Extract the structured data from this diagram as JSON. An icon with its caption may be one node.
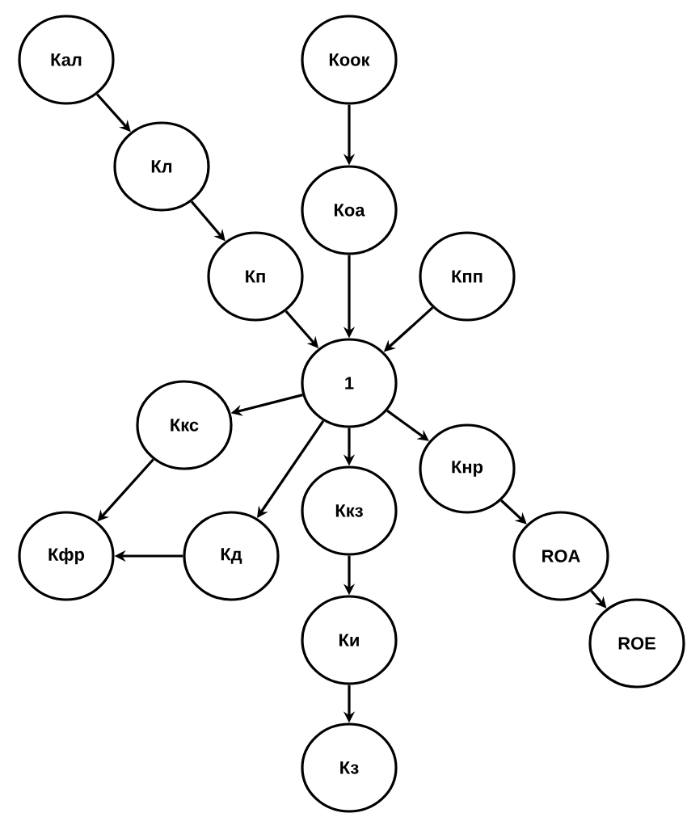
{
  "diagram": {
    "nodes": [
      {
        "text": [
          "Кал"
        ]
      },
      {
        "text": [
          "Кл"
        ]
      },
      {
        "text": [
          "Кп"
        ]
      },
      {
        "text": [
          "Коок"
        ]
      },
      {
        "text": [
          "Коа"
        ]
      },
      {
        "text": [
          "Кпп"
        ]
      },
      {
        "text": [
          "1"
        ]
      },
      {
        "text": [
          "Ккс"
        ]
      },
      {
        "text": [
          "Кфр"
        ]
      },
      {
        "text": [
          "Кд"
        ]
      },
      {
        "text": [
          "Ккз"
        ]
      },
      {
        "text": [
          "Ки"
        ]
      },
      {
        "text": [
          "Кз"
        ]
      },
      {
        "text": [
          "Кнр"
        ]
      },
      {
        "text": [
          "ROA"
        ]
      },
      {
        "text": [
          "ROE"
        ]
      }
    ],
    "edges": [
      {
        "from": 0,
        "to": 1,
        "arrow": "to"
      },
      {
        "from": 1,
        "to": 2,
        "arrow": "to"
      },
      {
        "from": 2,
        "to": 6,
        "arrow": "to"
      },
      {
        "from": 3,
        "to": 4,
        "arrow": "to"
      },
      {
        "from": 4,
        "to": 6,
        "arrow": "to"
      },
      {
        "from": 5,
        "to": 6,
        "arrow": "to"
      },
      {
        "from": 6,
        "to": 7,
        "arrow": "to"
      },
      {
        "from": 7,
        "to": 8,
        "arrow": "to"
      },
      {
        "from": 9,
        "to": 8,
        "arrow": "to"
      },
      {
        "from": 6,
        "to": 9,
        "arrow": "to"
      },
      {
        "from": 6,
        "to": 10,
        "arrow": "to"
      },
      {
        "from": 10,
        "to": 11,
        "arrow": "to"
      },
      {
        "from": 11,
        "to": 12,
        "arrow": "to"
      },
      {
        "from": 6,
        "to": 13,
        "arrow": "to"
      },
      {
        "from": 13,
        "to": 14,
        "arrow": "to"
      },
      {
        "from": 14,
        "to": 15,
        "arrow": "to"
      }
    ]
  }
}
